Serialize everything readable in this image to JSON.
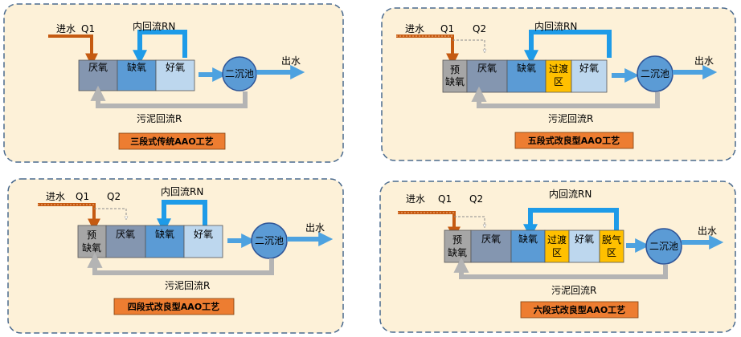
{
  "colors": {
    "panel_bg": "#fdf1d8",
    "panel_border": "#4a6a8e",
    "feed": "#c55a11",
    "dashed_feed": "#8c8c8c",
    "recycle_rn": "#1e9be8",
    "flow_arrow": "#4da2e0",
    "sludge": "#b4b4b4",
    "pre_anoxic": "#a6a6a6",
    "anaerobic": "#8496b0",
    "anoxic": "#5b9bd5",
    "aerobic": "#bdd7ee",
    "transition": "#ffc000",
    "clarifier": "#5b9bd5",
    "title_box": "#ed7d31"
  },
  "labels": {
    "inflow": "进水",
    "q1": "Q1",
    "q2": "Q2",
    "recycle_rn": "内回流RN",
    "outflow": "出水",
    "clarifier": "二沉池",
    "sludge_return": "污泥回流R",
    "pre_anoxic_l1": "预",
    "pre_anoxic_l2": "缺氧",
    "anaerobic": "厌氧",
    "anoxic": "缺氧",
    "aerobic": "好氧",
    "transition_l1": "过渡",
    "transition_l2": "区",
    "deox_l1": "脱气",
    "deox_l2": "区"
  },
  "titles": {
    "three_stage": "三段式传统AAO工艺",
    "five_stage": "五段式改良型AAO工艺",
    "four_stage": "四段式改良型AAO工艺",
    "six_stage": "六段式改良型AAO工艺"
  }
}
